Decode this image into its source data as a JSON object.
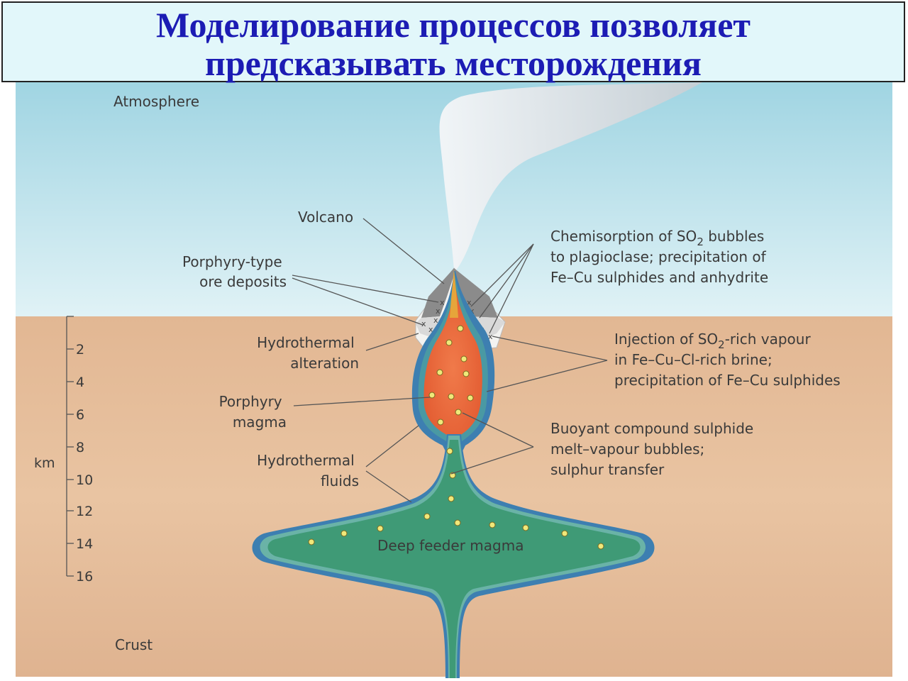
{
  "title": {
    "line1": "Моделирование процессов позволяет",
    "line2": "предсказывать месторождения"
  },
  "labels": {
    "atmosphere": "Atmosphere",
    "crust": "Crust",
    "volcano": "Volcano",
    "porphyry_deposits": [
      "Porphyry-type",
      "ore deposits"
    ],
    "hydrothermal_alteration": [
      "Hydrothermal",
      "alteration"
    ],
    "porphyry_magma": [
      "Porphyry",
      "magma"
    ],
    "hydrothermal_fluids": [
      "Hydrothermal",
      "fluids"
    ],
    "deep_feeder_magma": "Deep feeder magma",
    "chemisorption": {
      "line1_pre": "Chemisorption of SO",
      "line1_sub": "2",
      "line1_post": " bubbles",
      "line2": "to plagioclase; precipitation of",
      "line3": "Fe–Cu sulphides and anhydrite"
    },
    "injection": {
      "line1_pre": "Injection of SO",
      "line1_sub": "2",
      "line1_post": "-rich vapour",
      "line2": "in Fe–Cu–Cl-rich brine;",
      "line3": "precipitation of Fe–Cu sulphides"
    },
    "buoyant": [
      "Buoyant compound sulphide",
      "melt–vapour bubbles;",
      "sulphur transfer"
    ]
  },
  "depth_scale": {
    "unit": "km",
    "ticks": [
      "2",
      "4",
      "6",
      "8",
      "10",
      "12",
      "14",
      "16"
    ]
  },
  "colors": {
    "title_text": "#1c1cb4",
    "title_bg": "#e2f7fa",
    "sky_top": "#9fd4e2",
    "sky_bottom": "#dff2f6",
    "crust": "#e6bd97",
    "porphyry_magma": "#e8643a",
    "feeder_magma": "#3f9a76",
    "fluid_rim": "#3d7fb1",
    "alteration": "#f4f4f2",
    "ore_deposit": "#8a8a8a"
  }
}
